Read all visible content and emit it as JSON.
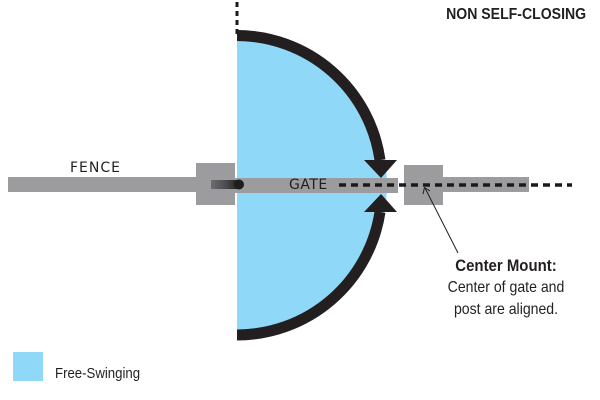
{
  "title": "NON SELF-CLOSING",
  "labels": {
    "fence": "FENCE",
    "gate": "GATE"
  },
  "callout": {
    "heading": "Center Mount:",
    "line1": "Center of gate and",
    "line2": "post are aligned."
  },
  "legend": {
    "items": [
      {
        "label": "Free-Swinging",
        "color": "#8fd8f8"
      }
    ]
  },
  "colors": {
    "swing_area": "#8fd8f8",
    "fence_gray": "#9c9c9e",
    "post_gray": "#9c9c9e",
    "arrow": "#231f20",
    "dash": "#1a1a1a",
    "text": "#231f20"
  },
  "icons": {
    "swing_arrow_top": "curved-arrow-down",
    "swing_arrow_bottom": "curved-arrow-up",
    "hinge": "hinge"
  }
}
